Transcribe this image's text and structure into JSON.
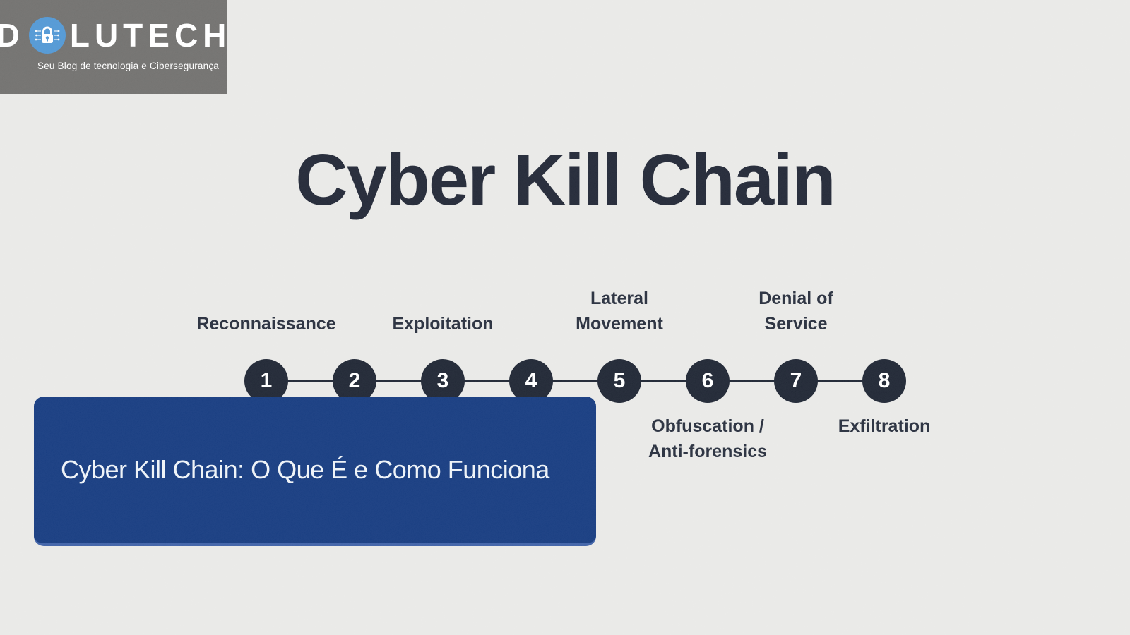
{
  "page": {
    "background_color": "#e9e9e7"
  },
  "logo": {
    "brand_d": "D",
    "brand_rest": "LUTECH",
    "tagline": "Seu Blog de tecnologia e Cibersegurança",
    "background_color": "#6f6e6c",
    "badge_color": "#4f96d4",
    "text_color": "#ffffff"
  },
  "title": {
    "text": "Cyber Kill Chain",
    "color": "#1e2433"
  },
  "banner": {
    "text": "Cyber Kill Chain: O Que É e Como Funciona",
    "background_color": "#12387e",
    "edge_color": "#3c5fa6",
    "text_color": "#eef3f8"
  },
  "timeline": {
    "circle_color": "#1b2230",
    "line_color": "#1b2230",
    "number_color": "#ffffff",
    "label_color": "#242b3a",
    "steps": [
      {
        "number": "1",
        "label_line1": "Reconnaissance",
        "label_line2": "",
        "label_position": "above"
      },
      {
        "number": "2",
        "label_line1": "",
        "label_line2": "",
        "label_position": "none"
      },
      {
        "number": "3",
        "label_line1": "Exploitation",
        "label_line2": "",
        "label_position": "above"
      },
      {
        "number": "4",
        "label_line1": "",
        "label_line2": "",
        "label_position": "none"
      },
      {
        "number": "5",
        "label_line1": "Lateral",
        "label_line2": "Movement",
        "label_position": "above"
      },
      {
        "number": "6",
        "label_line1": "Obfuscation /",
        "label_line2": "Anti-forensics",
        "label_position": "below"
      },
      {
        "number": "7",
        "label_line1": "Denial of",
        "label_line2": "Service",
        "label_position": "above"
      },
      {
        "number": "8",
        "label_line1": "Exfiltration",
        "label_line2": "",
        "label_position": "below"
      }
    ]
  }
}
